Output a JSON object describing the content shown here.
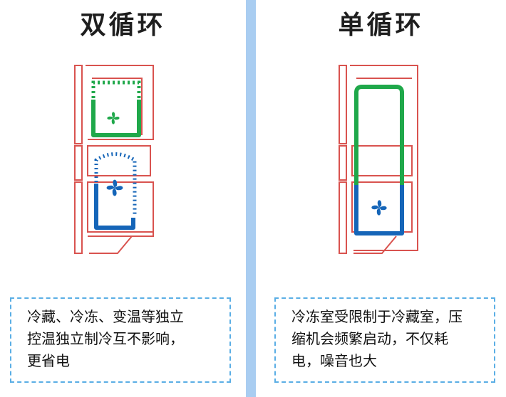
{
  "left_panel": {
    "title": "双循环",
    "description_lines": [
      "冷藏、冷冻、变温等独立",
      "控温独立制冷互不影响，",
      "更省电"
    ]
  },
  "right_panel": {
    "title": "单循环",
    "description_lines": [
      "冷冻室受限制于冷藏室，压",
      "缩机会频繁启动，不仅耗",
      "电，噪音也大"
    ]
  },
  "colors": {
    "outline": "#d9534f",
    "cold_loop": "#1fa84a",
    "freezer_loop": "#1565b8",
    "divider": "#a9cdf1",
    "box_border": "#5aaee5"
  },
  "icons": [
    "fan-icon"
  ]
}
